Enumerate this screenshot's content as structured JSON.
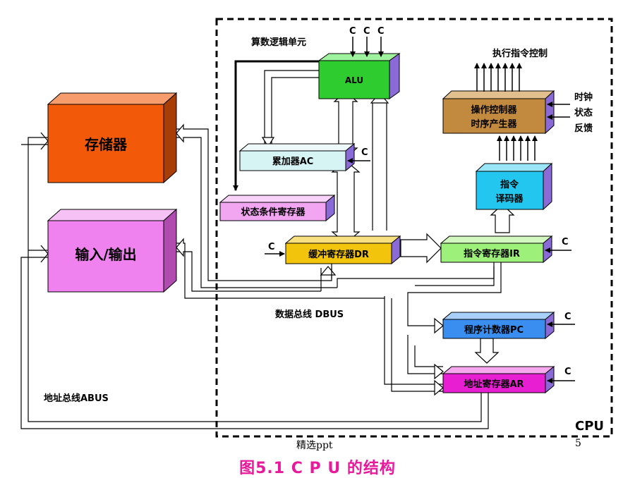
{
  "blocks": {
    "memory": {
      "label": "存储器",
      "color": "#f25a0a"
    },
    "io": {
      "label": "输入/输出",
      "color": "#f082f0"
    },
    "alu": {
      "label": "ALU",
      "color": "#2ecc2e"
    },
    "ac": {
      "label": "累加器AC",
      "color": "#d6f4f4"
    },
    "psw": {
      "label": "状态条件寄存器",
      "color": "#f2a6f2"
    },
    "dr": {
      "label": "缓冲寄存器DR",
      "color": "#f2c50c"
    },
    "ir": {
      "label": "指令寄存器IR",
      "color": "#9df07a"
    },
    "decoder": {
      "label1": "指令",
      "label2": "译码器",
      "color": "#22c6ee"
    },
    "control": {
      "label1": "操作控制器",
      "label2": "时序产生器",
      "color": "#c28a3e"
    },
    "pc": {
      "label": "程序计数器PC",
      "color": "#3a8ef0"
    },
    "ar": {
      "label": "地址寄存器AR",
      "color": "#e81ed2"
    }
  },
  "labels": {
    "alu_unit": "算数逻辑单元",
    "exec_control": "执行指令控制",
    "clock": "时钟",
    "status": "状态",
    "feedback": "反馈",
    "dbus": "数据总线 DBUS",
    "abus": "地址总线ABUS",
    "cpu": "CPU",
    "c": "C"
  },
  "footer": {
    "note": "精选ppt",
    "page": "5",
    "caption": "图5.1  C P U 的结构"
  }
}
